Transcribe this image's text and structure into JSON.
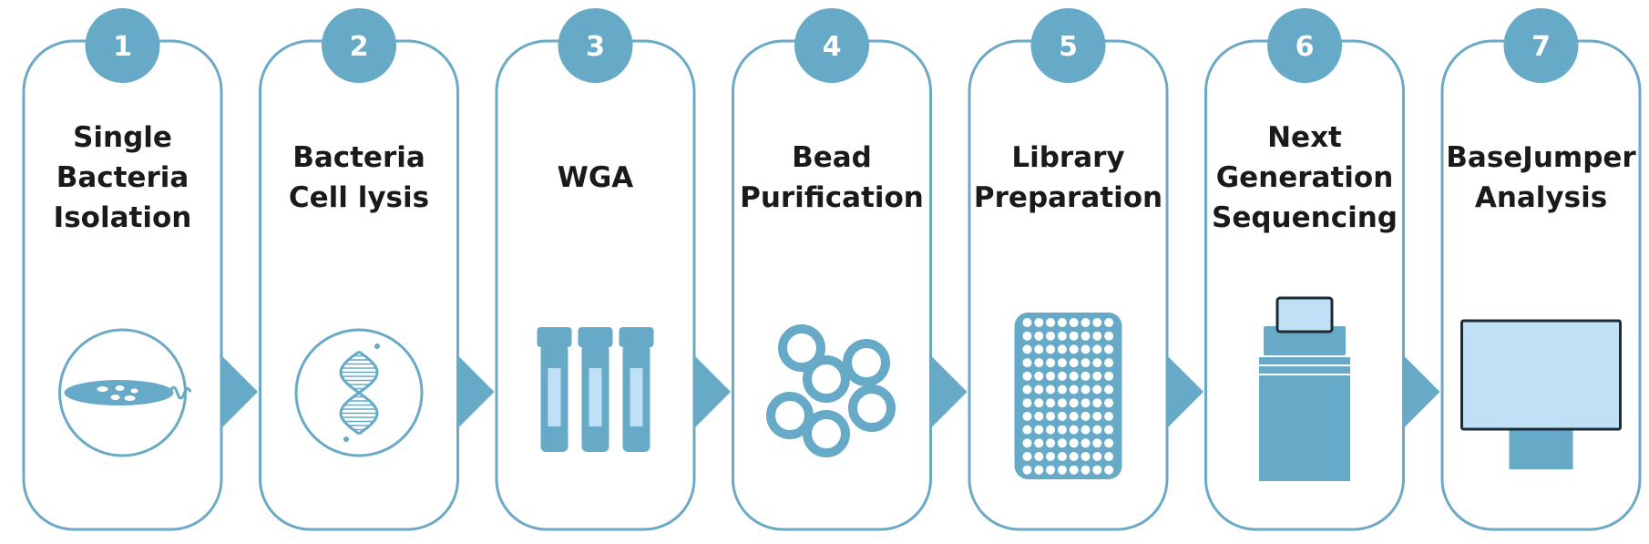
{
  "colors": {
    "accent": "#66aac8",
    "accent_light": "#bfe0f5",
    "border": "#6aaac7",
    "text": "#1a1a1a",
    "dark": "#1b2c36",
    "background": "#ffffff"
  },
  "steps": [
    {
      "number": "1",
      "label_lines": [
        "Single",
        "Bacteria",
        "Isolation"
      ],
      "icon": "petri-dish-icon"
    },
    {
      "number": "2",
      "label_lines": [
        "Bacteria",
        "Cell lysis"
      ],
      "icon": "dna-helix-icon"
    },
    {
      "number": "3",
      "label_lines": [
        "WGA"
      ],
      "icon": "test-tubes-icon"
    },
    {
      "number": "4",
      "label_lines": [
        "Bead",
        "Purification"
      ],
      "icon": "beads-icon"
    },
    {
      "number": "5",
      "label_lines": [
        "Library",
        "Preparation"
      ],
      "icon": "well-plate-icon"
    },
    {
      "number": "6",
      "label_lines": [
        "Next",
        "Generation",
        "Sequencing"
      ],
      "icon": "sequencer-icon"
    },
    {
      "number": "7",
      "label_lines": [
        "BaseJumper",
        "Analysis"
      ],
      "icon": "monitor-icon"
    }
  ]
}
